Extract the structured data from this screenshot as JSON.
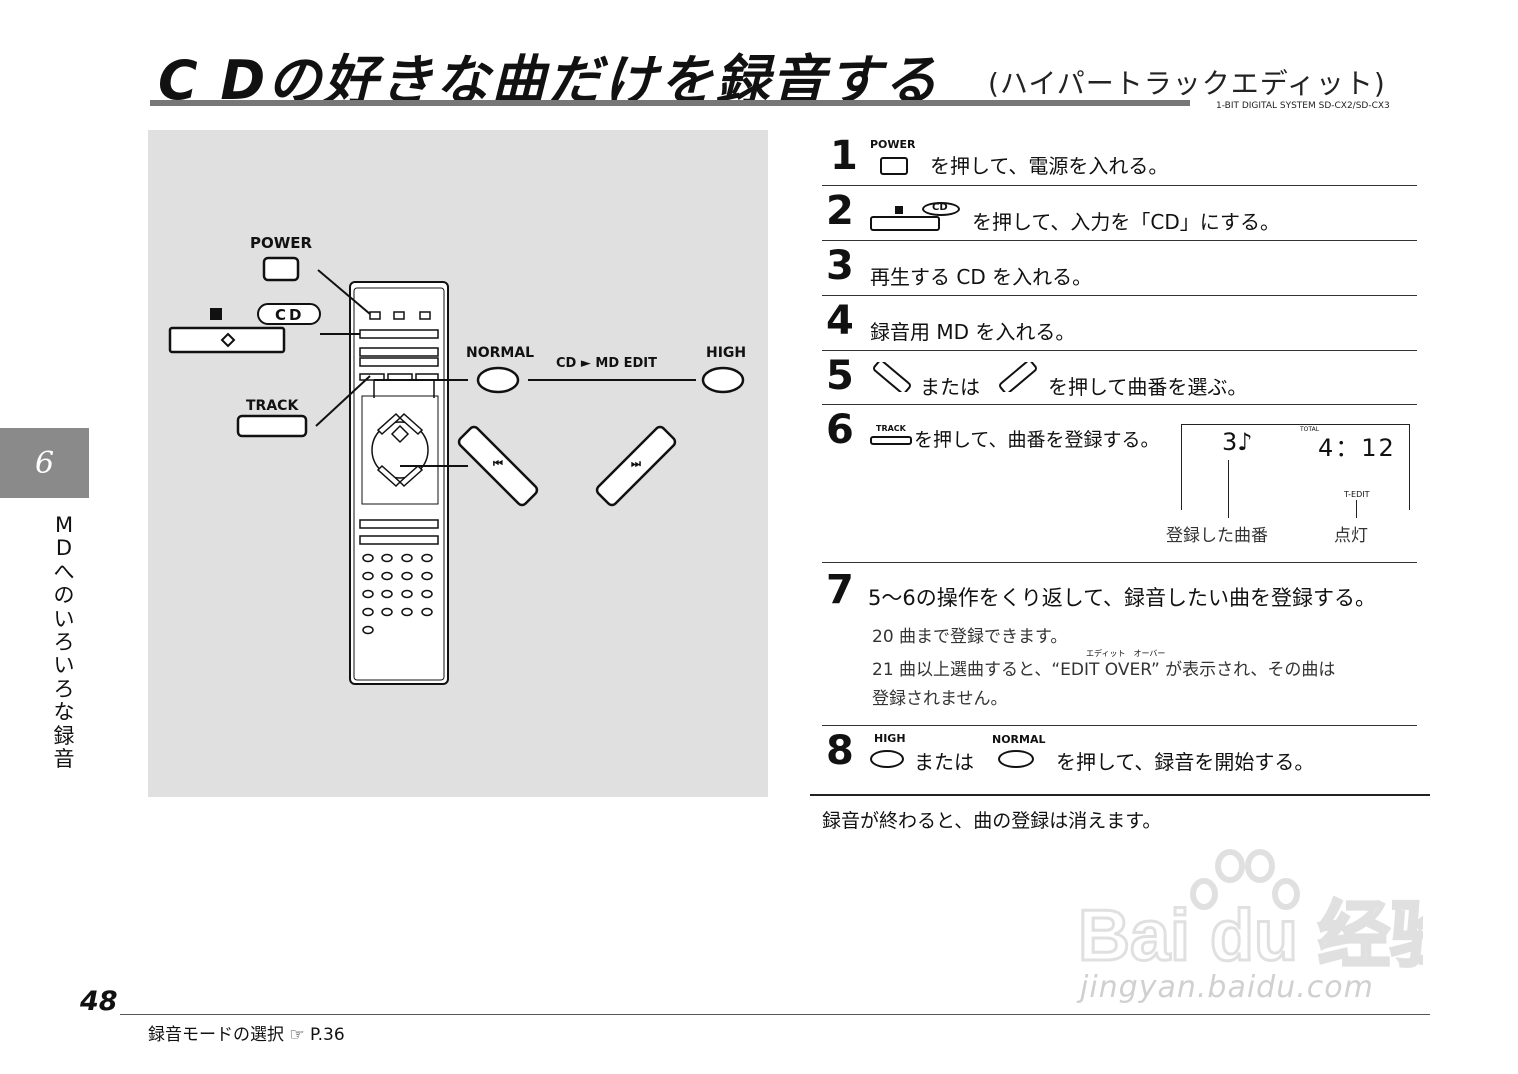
{
  "header": {
    "title": "C Dの好きな曲だけを録音する",
    "subtitle": "(ハイパートラックエディット)",
    "model": "1-BIT DIGITAL SYSTEM SD-CX2/SD-CX3"
  },
  "side": {
    "chapter_number": "6",
    "chapter_label": "MDへのいろいろな録音"
  },
  "illustration": {
    "power_label": "POWER",
    "cd_label": "CD",
    "track_label": "TRACK",
    "normal_label": "NORMAL",
    "cd_md_edit_label": "CD ► MD EDIT",
    "high_label": "HIGH"
  },
  "steps": [
    {
      "num": "1",
      "icon_label": "POWER",
      "text": "を押して、電源を入れる。"
    },
    {
      "num": "2",
      "icon_label": "CD",
      "text": "を押して、入力を「CD」にする。"
    },
    {
      "num": "3",
      "text": "再生する CD を入れる。"
    },
    {
      "num": "4",
      "text": "録音用 MD を入れる。"
    },
    {
      "num": "5",
      "or_text": "または",
      "text": "を押して曲番を選ぶ。"
    },
    {
      "num": "6",
      "icon_label": "TRACK",
      "text": "を押して、曲番を登録する。"
    },
    {
      "num": "7",
      "text": "5～6の操作をくり返して、録音したい曲を登録する。"
    },
    {
      "num": "8",
      "icon_label": "HIGH",
      "icon_label_2": "NORMAL",
      "or_text": "または",
      "text": "を押して、録音を開始する。"
    }
  ],
  "display": {
    "track": "3♪",
    "total_label": "TOTAL",
    "time": "4：12",
    "tedit_label": "T-EDIT",
    "caption_left": "登録した曲番",
    "caption_right": "点灯"
  },
  "notes": {
    "line1": "20 曲まで登録できます。",
    "ruby": "エディット　オーバー",
    "line2": "21 曲以上選曲すると、“EDIT OVER” が表示され、その曲は",
    "line3": "登録されません。"
  },
  "final_note": "録音が終わると、曲の登録は消えます。",
  "footer": {
    "page": "48",
    "reference": "録音モードの選択 ☞ P.36"
  },
  "watermark": {
    "logo": "Bai du 经验",
    "url": "jingyan.baidu.com"
  }
}
